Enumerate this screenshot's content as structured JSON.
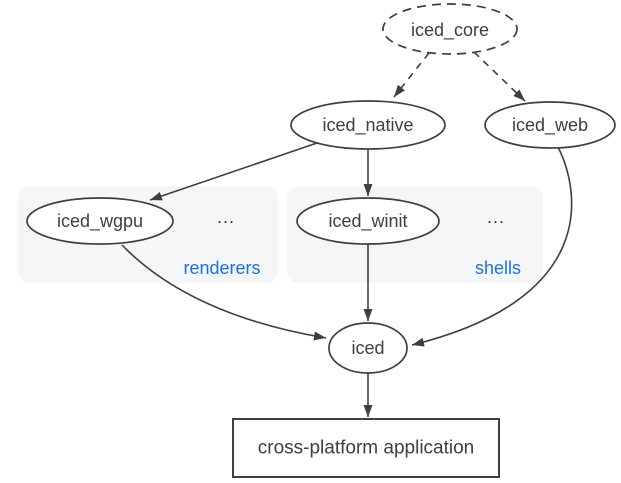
{
  "diagram": {
    "nodes": {
      "iced_core": {
        "label": "iced_core",
        "shape": "ellipse",
        "outline": "dashed"
      },
      "iced_native": {
        "label": "iced_native",
        "shape": "ellipse",
        "outline": "solid"
      },
      "iced_web": {
        "label": "iced_web",
        "shape": "ellipse",
        "outline": "solid"
      },
      "iced_wgpu": {
        "label": "iced_wgpu",
        "shape": "ellipse",
        "outline": "solid"
      },
      "iced_winit": {
        "label": "iced_winit",
        "shape": "ellipse",
        "outline": "solid"
      },
      "iced": {
        "label": "iced",
        "shape": "ellipse",
        "outline": "solid"
      },
      "app": {
        "label": "cross-platform application",
        "shape": "rect",
        "outline": "solid"
      }
    },
    "groups": {
      "renderers": {
        "label": "renderers",
        "ellipsis": "...",
        "contains": [
          "iced_wgpu"
        ]
      },
      "shells": {
        "label": "shells",
        "ellipsis": "...",
        "contains": [
          "iced_winit"
        ]
      }
    },
    "edges": [
      {
        "from": "iced_core",
        "to": "iced_native",
        "style": "dashed"
      },
      {
        "from": "iced_core",
        "to": "iced_web",
        "style": "dashed"
      },
      {
        "from": "iced_native",
        "to": "iced_wgpu",
        "style": "solid"
      },
      {
        "from": "iced_native",
        "to": "iced_winit",
        "style": "solid"
      },
      {
        "from": "iced_wgpu",
        "to": "iced",
        "style": "solid"
      },
      {
        "from": "iced_winit",
        "to": "iced",
        "style": "solid"
      },
      {
        "from": "iced_web",
        "to": "iced",
        "style": "solid"
      },
      {
        "from": "iced",
        "to": "app",
        "style": "solid"
      }
    ],
    "colors": {
      "stroke": "#3c4043",
      "text": "#3c4043",
      "group_label_blue": "#1a73e8",
      "group_background": "#f4f6f8",
      "background": "#ffffff"
    }
  }
}
